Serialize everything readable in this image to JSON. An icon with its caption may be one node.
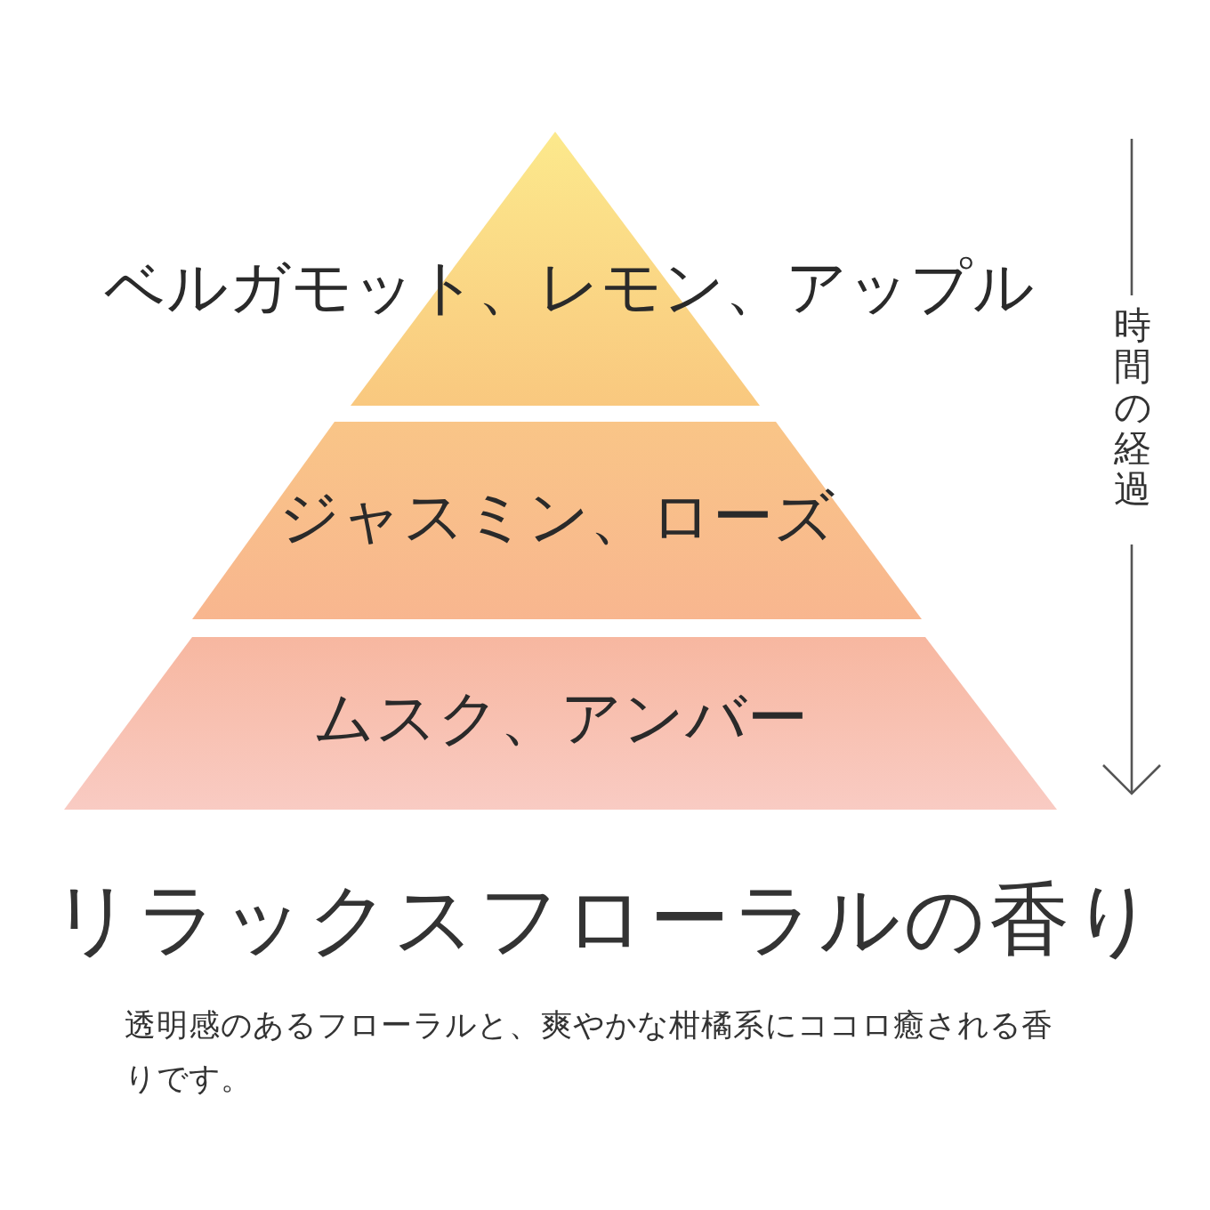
{
  "diagram": {
    "title": "リラックスフローラルの香り",
    "caption": "透明感のあるフローラルと、爽やかな柑橘系にココロ癒される香りです。",
    "nodes": [
      {
        "text": [
          "ベルガモット、レモン、アップル"
        ]
      },
      {
        "text": [
          "ジャスミン、ローズ"
        ]
      },
      {
        "text": [
          "ムスク、アンバー"
        ]
      }
    ],
    "labels": [
      "時間の経過"
    ]
  }
}
